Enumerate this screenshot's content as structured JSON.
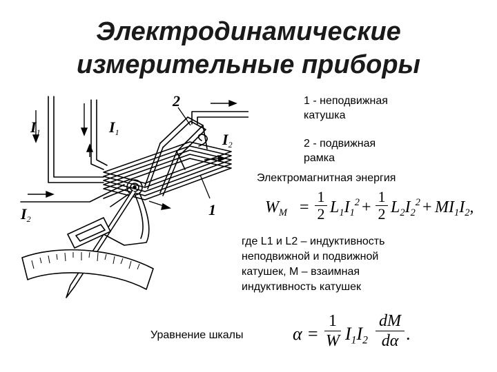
{
  "title": {
    "line1": "Электродинамические",
    "line2": "измерительные приборы"
  },
  "legend": {
    "item1": "1 - неподвижная катушка",
    "item2": "2 - подвижная рамка"
  },
  "energy": {
    "heading": "Электромагнитная энергия",
    "formula": "W_M = 1/2 L1 I1^2 + 1/2 L2 I2^2 + M I1 I2,"
  },
  "explanation": {
    "lines": [
      "где L1 и L2 – индуктивность",
      "неподвижной и подвижной",
      "катушек,  M – взаимная",
      "индуктивность катушек"
    ]
  },
  "scale_equation": {
    "label": "Уравнение шкалы",
    "formula": "α = 1/W I1 I2 dM/dα."
  },
  "diagram": {
    "callouts": [
      "1",
      "2"
    ],
    "currents": [
      "I1",
      "I1",
      "I2",
      "I2"
    ]
  }
}
